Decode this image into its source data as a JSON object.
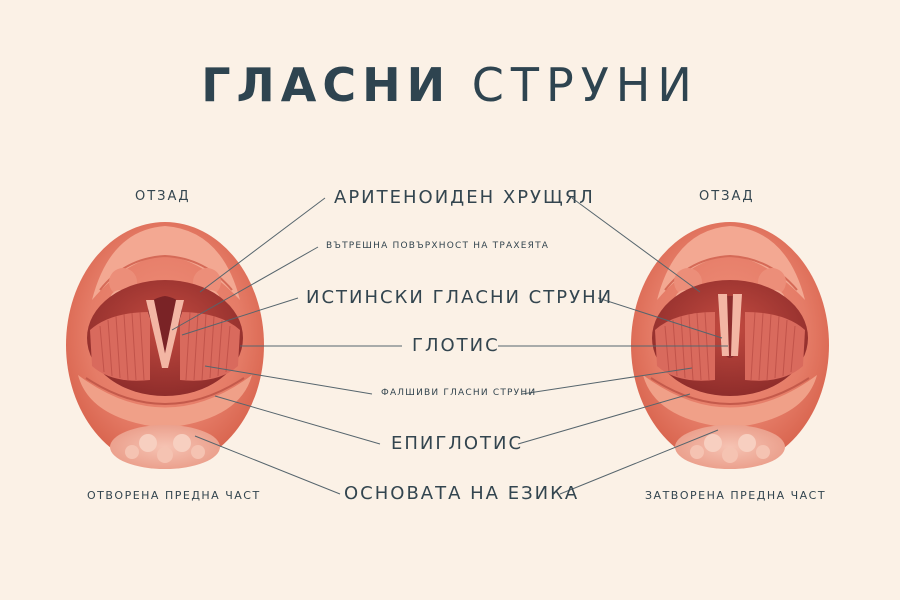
{
  "title": {
    "bold": "ГЛАСНИ",
    "light": "СТРУНИ"
  },
  "left": {
    "top_label": "ОТЗАД",
    "bottom_label": "ОТВОРЕНА ПРЕДНА ЧАСТ"
  },
  "right": {
    "top_label": "ОТЗАД",
    "bottom_label": "ЗАТВОРЕНА ПРЕДНА ЧАСТ"
  },
  "labels": {
    "arytenoid": "АРИТЕНОИДЕН ХРУЩЯЛ",
    "trachea": "ВЪТРЕШНА ПОВЪРХНОСТ НА ТРАХЕЯТА",
    "true_cords": "ИСТИНСКИ ГЛАСНИ СТРУНИ",
    "glottis": "ГЛОТИС",
    "false_cords": "ФАЛШИВИ ГЛАСНИ СТРУНИ",
    "epiglottis": "ЕПИГЛОТИС",
    "tongue_base": "ОСНОВАТА НА ЕЗИКА"
  },
  "colors": {
    "background": "#fbf1e6",
    "tissue": "#e8806a",
    "tissue_dark": "#b8443b",
    "tissue_light": "#f4b2a0",
    "text": "#33454f",
    "leader_line": "#56656d"
  }
}
